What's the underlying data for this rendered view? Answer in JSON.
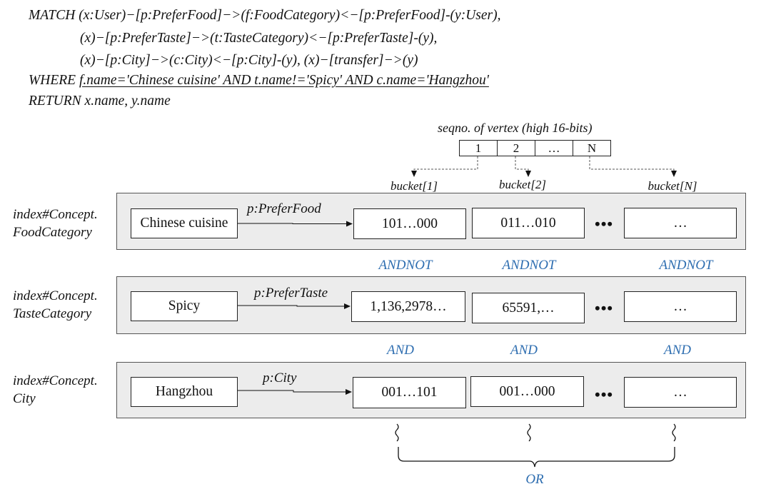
{
  "query": {
    "line1": "MATCH (x:User)−[p:PreferFood]−>(f:FoodCategory)<−[p:PreferFood]-(y:User),",
    "line2": "(x)−[p:PreferTaste]−>(t:TasteCategory)<−[p:PreferTaste]-(y),",
    "line3": "(x)−[p:City]−>(c:City)<−[p:City]-(y), (x)−[transfer]−>(y)",
    "where_keyword": "WHERE",
    "where_condition": "f.name='Chinese cuisine' AND t.name!='Spicy' AND c.name='Hangzhou'",
    "return": "RETURN x.name, y.name"
  },
  "seqno": {
    "title": "seqno. of vertex (high 16-bits)",
    "cells": [
      "1",
      "2",
      "…",
      "N"
    ]
  },
  "buckets": [
    "bucket[1]",
    "bucket[2]",
    "bucket[N]"
  ],
  "indexes": [
    {
      "label_line1": "index#Concept.",
      "label_line2": "FoodCategory",
      "key": "Chinese cuisine",
      "predicate": "p:PreferFood",
      "cells": [
        "101…000",
        "011…010",
        "…"
      ],
      "gap": "•••"
    },
    {
      "label_line1": "index#Concept.",
      "label_line2": "TasteCategory",
      "key": "Spicy",
      "predicate": "p:PreferTaste",
      "cells": [
        "1,136,2978…",
        "65591,…",
        "…"
      ],
      "gap": "•••"
    },
    {
      "label_line1": "index#Concept.",
      "label_line2": "City",
      "key": "Hangzhou",
      "predicate": "p:City",
      "cells": [
        "001…101",
        "001…000",
        "…"
      ],
      "gap": "•••"
    }
  ],
  "operators_row1": [
    "ANDNOT",
    "ANDNOT",
    "ANDNOT"
  ],
  "operators_row2": [
    "AND",
    "AND",
    "AND"
  ],
  "combine_operator": "OR",
  "colors": {
    "operator": "#2d6db0",
    "panel": "#ececec",
    "border": "#222222"
  }
}
